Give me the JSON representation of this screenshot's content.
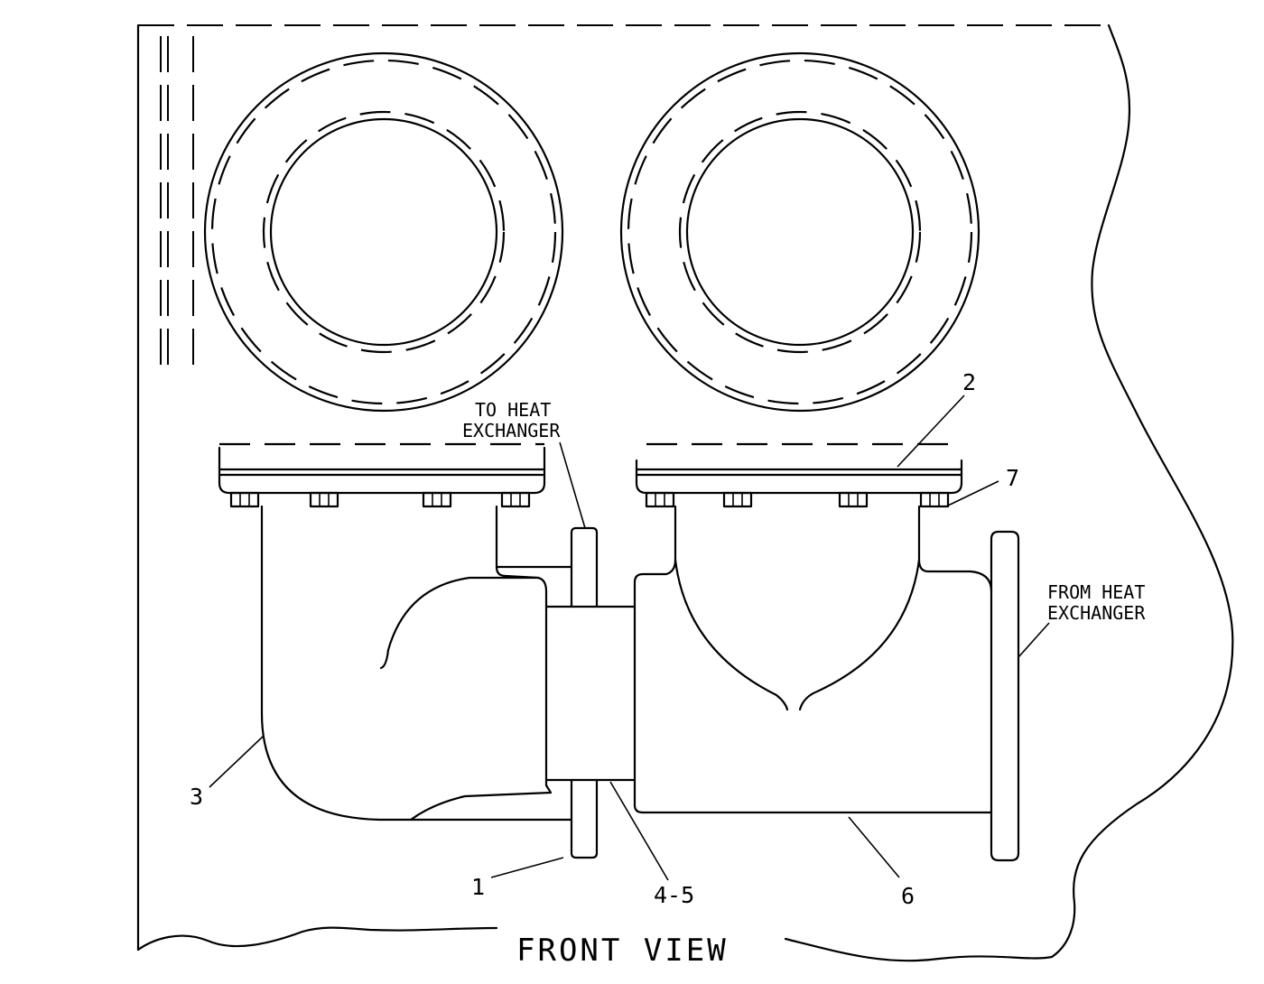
{
  "callouts": {
    "to_heat_exchanger_line1": "TO HEAT",
    "to_heat_exchanger_line2": "EXCHANGER",
    "from_heat_exchanger_line1": "FROM HEAT",
    "from_heat_exchanger_line2": "EXCHANGER"
  },
  "part_labels": {
    "p1": "1",
    "p2": "2",
    "p3": "3",
    "p45": "4-5",
    "p6": "6",
    "p7": "7"
  },
  "caption": "FRONT VIEW"
}
